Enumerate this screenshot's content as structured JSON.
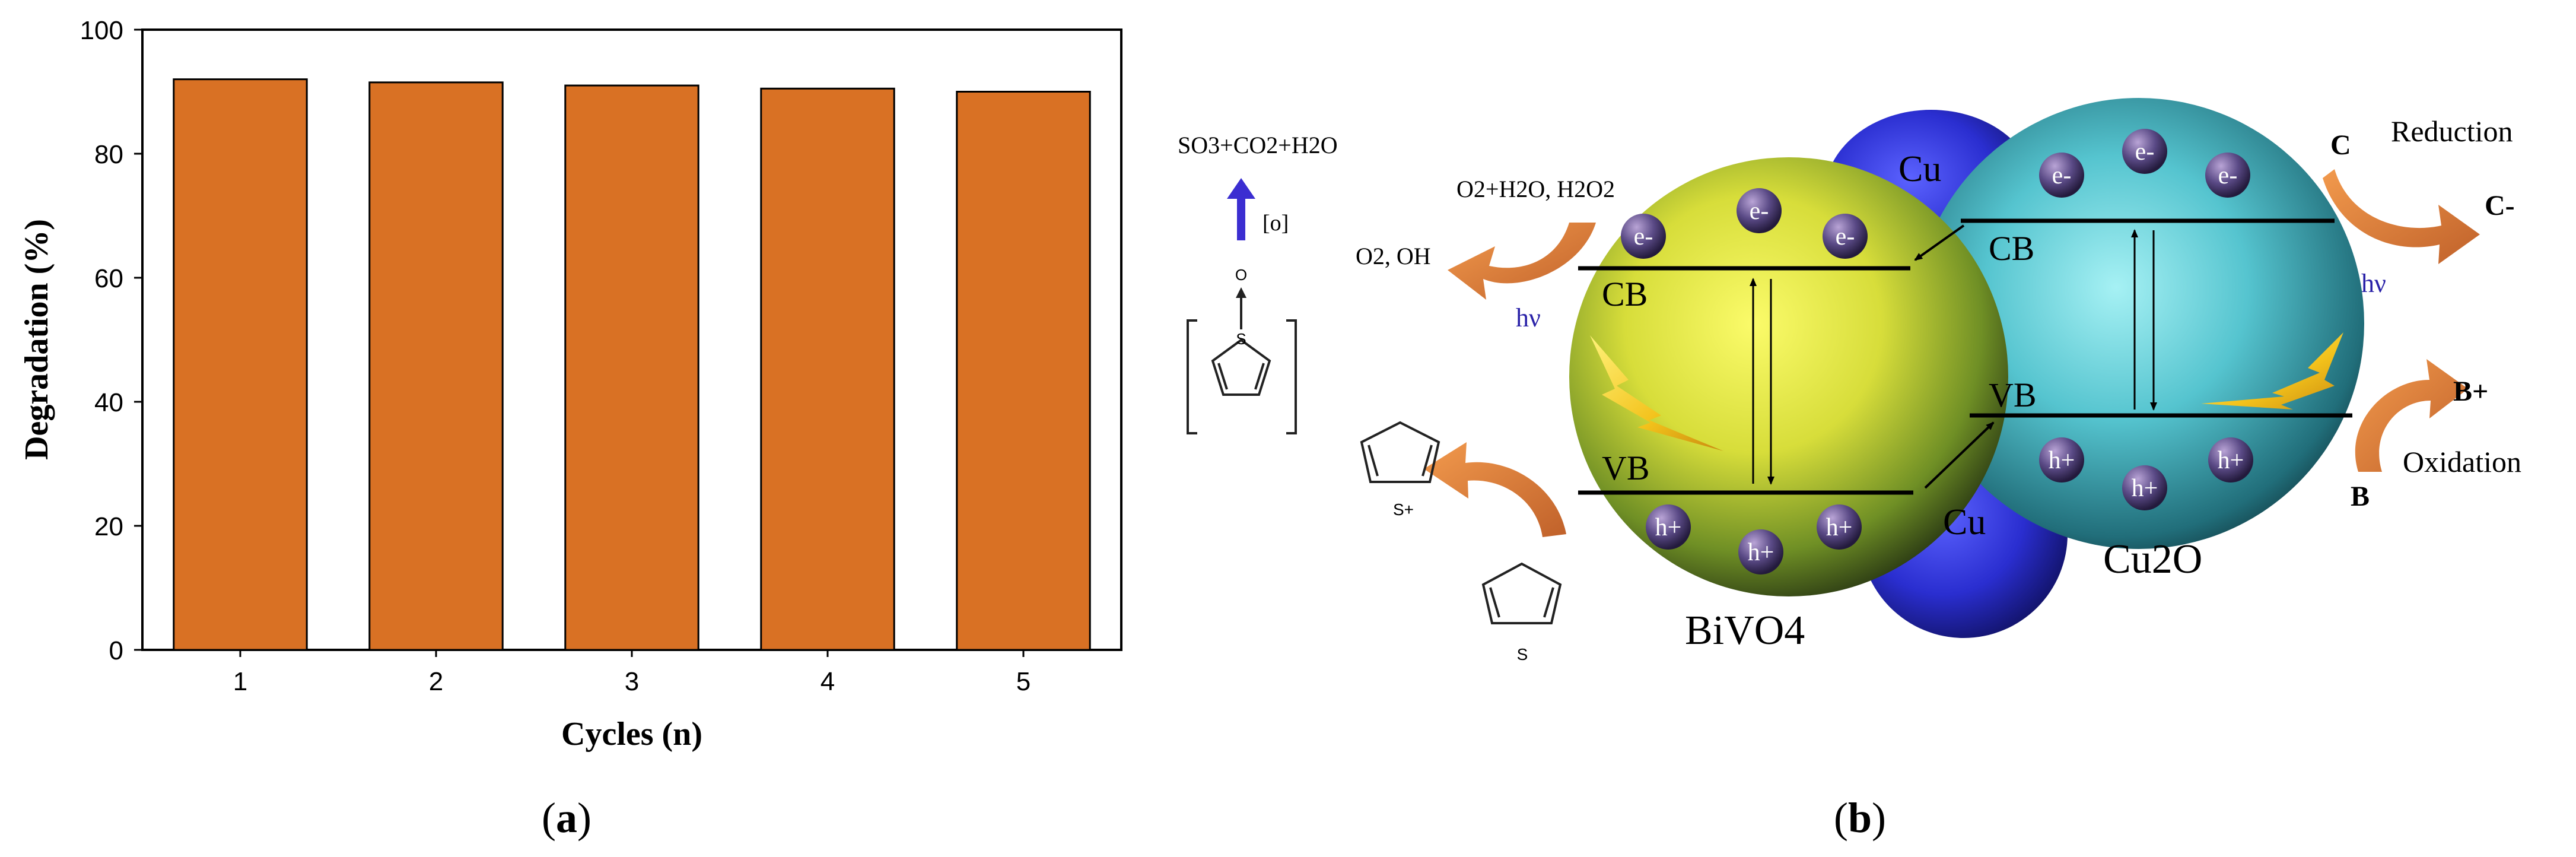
{
  "chart_data": [
    {
      "type": "bar",
      "panel": "a",
      "categories": [
        "1",
        "2",
        "3",
        "4",
        "5"
      ],
      "values": [
        92,
        91.5,
        91,
        90.5,
        90
      ],
      "xlabel": "Cycles (n)",
      "ylabel": "Degradation (%)",
      "ylim": [
        0,
        100
      ],
      "yticks": [
        0,
        20,
        40,
        60,
        80,
        100
      ],
      "bar_color": "#d97124",
      "grid": false
    }
  ],
  "panel_labels": {
    "a": {
      "open": "(",
      "letter": "a",
      "close": ")"
    },
    "b": {
      "open": "(",
      "letter": "b",
      "close": ")"
    }
  },
  "diagram": {
    "products": "SO3+CO2+H2O",
    "oxidant": "[o]",
    "o_atom": "O",
    "s_atom": "S",
    "s_plus": "S+",
    "o2_reaction": "O2+H2O, H2O2",
    "radicals": "O2, OH",
    "hv": "hν",
    "bivo4": {
      "name": "BiVO4",
      "cb": "CB",
      "vb": "VB"
    },
    "cu2o": {
      "name": "Cu2O",
      "cb": "CB",
      "vb": "VB"
    },
    "cu": "Cu",
    "electron": "e-",
    "hole": "h+",
    "reduction": "Reduction",
    "oxidation": "Oxidation",
    "c": "C",
    "c_minus": "C-",
    "b": "B",
    "b_plus": "B+",
    "colors": {
      "bar": "#d97124",
      "orange_arrow": "#e07a33",
      "cu": "#2b2fc4",
      "bivo4": "#c9d72c",
      "cu2o": "#3aa9b4",
      "arrow_up": "#3b2ed1",
      "hv": "#2a22a8"
    }
  }
}
